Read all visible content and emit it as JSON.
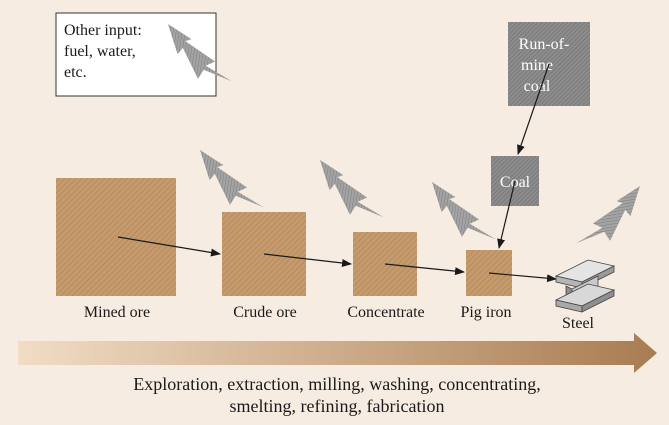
{
  "legend": {
    "lines": [
      "Other input:",
      "fuel, water,",
      "etc."
    ]
  },
  "stages": {
    "mined_ore": "Mined ore",
    "crude_ore": "Crude ore",
    "concentrate": "Concentrate",
    "pig_iron": "Pig iron",
    "steel": "Steel"
  },
  "coal": {
    "run_of_mine_lines": [
      "Run-of-",
      "mine",
      "coal"
    ],
    "coal": "Coal"
  },
  "process": {
    "lines": [
      "Exploration, extraction, milling, washing, concentrating,",
      "smelting, refining, fabrication"
    ]
  },
  "colors": {
    "background": "#f6ece1",
    "ore": "#c49a6c",
    "coal": "#8a8a8a",
    "input_arrow": "#9b9b9b",
    "process_arrow_start": "#f1dcc4",
    "process_arrow_end": "#a97c52"
  }
}
